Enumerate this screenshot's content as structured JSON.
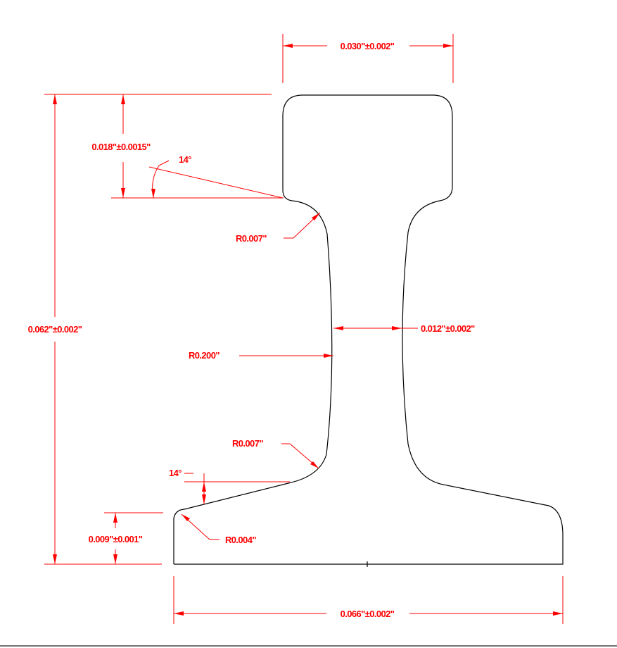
{
  "colors": {
    "dimension": "#ff0000",
    "profile": "#000000",
    "background": "#ffffff"
  },
  "dimensions": {
    "head_width": "0.030\"±0.002\"",
    "head_height": "0.018\"±0.0015\"",
    "upper_angle": "14°",
    "upper_fillet": "R0.007\"",
    "total_height": "0.062\"±0.002\"",
    "web_radius": "R0.200\"",
    "web_width": "0.012\"±0.002\"",
    "lower_fillet": "R0.007\"",
    "lower_angle": "14°",
    "base_thickness": "0.009\"±0.001\"",
    "toe_radius": "R0.004\"",
    "base_width": "0.066\"±0.002\""
  }
}
